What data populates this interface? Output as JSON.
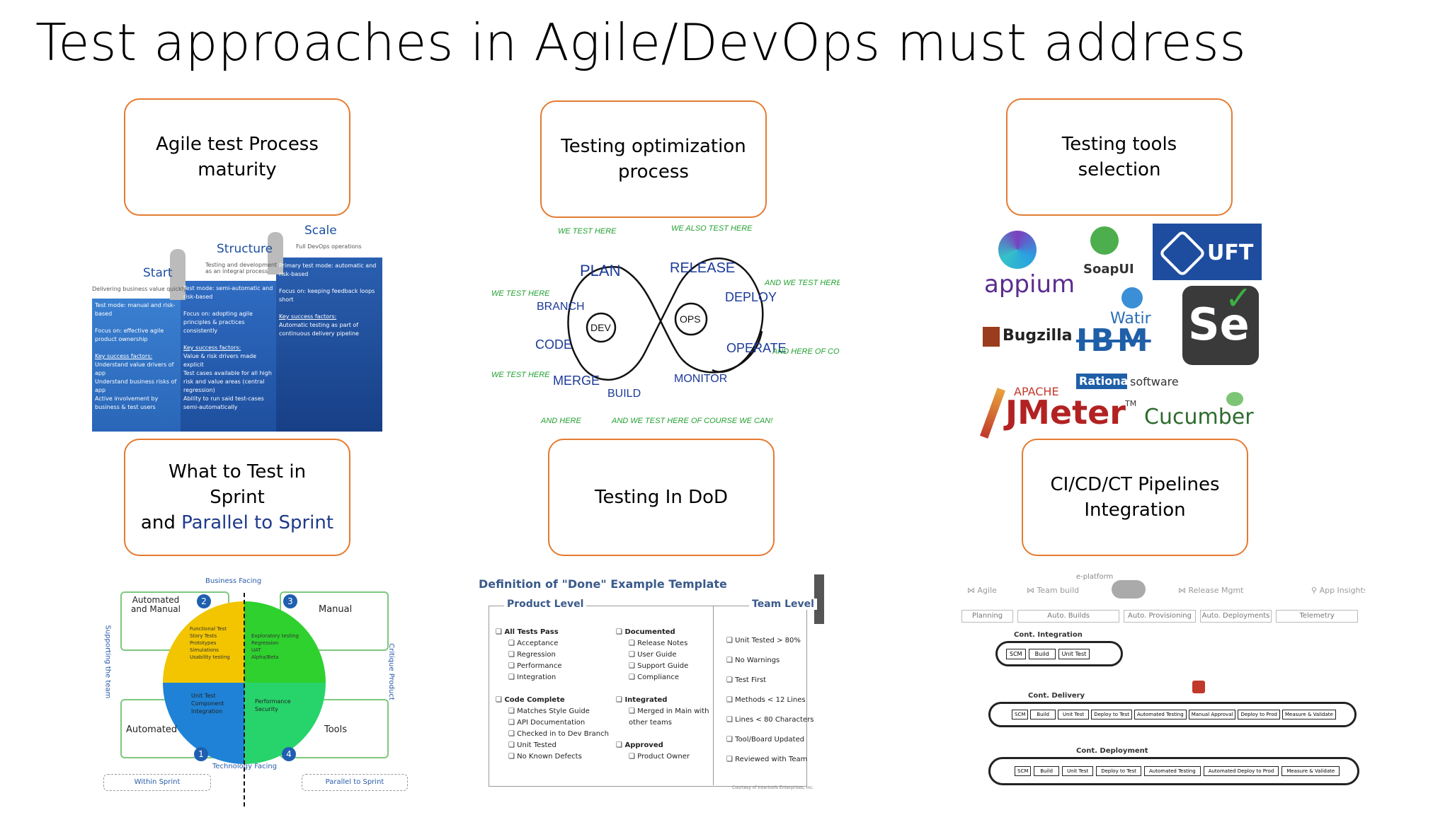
{
  "title": "Test approaches in Agile/DevOps must address",
  "topics": [
    {
      "line1": "Agile test Process",
      "line2": "maturity"
    },
    {
      "line1": "Testing optimization",
      "line2": "process"
    },
    {
      "line1": "Testing tools selection"
    },
    {
      "line1": "What to Test in Sprint",
      "line2a": "and ",
      "line2b": "Parallel to Sprint"
    },
    {
      "line1": "Testing In DoD"
    },
    {
      "line1": "CI/CD/CT Pipelines",
      "line2": "Integration"
    }
  ],
  "maturity": {
    "start": "Start",
    "structure": "Structure",
    "scale": "Scale",
    "scale_sub": "Full DevOps operations",
    "structure_sub": "Testing and development as an integral process",
    "start_sub": "Delivering business value quickly",
    "col1": [
      "Test mode: manual and risk-based",
      "Focus on: effective agile product ownership",
      "Key success factors:",
      "Understand value drivers of app",
      "Understand business risks of app",
      "Active involvement by business & test users"
    ],
    "col2": [
      "Test mode: semi-automatic and risk-based",
      "Focus on: adopting agile principles & practices consistently",
      "Key success factors:",
      "Value & risk drivers made explicit",
      "Test cases available for all high risk and value areas (central regression)",
      "Ability to run said test-cases semi-automatically"
    ],
    "col3": [
      "Primary test mode: automatic and risk-based",
      "Focus on: keeping feedback loops short",
      "Key success factors:",
      "Automatic testing as part of continuous delivery pipeline"
    ]
  },
  "devops_loop": {
    "plan": "PLAN",
    "code": "CODE",
    "branch": "BRANCH",
    "merge": "MERGE",
    "build": "BUILD",
    "release": "RELEASE",
    "deploy": "DEPLOY",
    "operate": "OPERATE",
    "monitor": "MONITOR",
    "dev": "DEV",
    "ops": "OPS",
    "notes": [
      "WE TEST HERE",
      "WE ALSO TEST HERE",
      "WE TEST HERE",
      "AND WE TEST HERE",
      "WE TEST HERE",
      "AND HERE",
      "AND HERE OF COURSE",
      "AND WE TEST HERE",
      "OF COURSE WE CAN!"
    ]
  },
  "tools": {
    "appium": "appium",
    "soapui": "SoapUI",
    "uft": "UFT",
    "watir": "Watir",
    "bugzilla": "Bugzilla",
    "ibm": "IBM",
    "rational": "Rational.",
    "software": "software",
    "se": "Se",
    "apache": "APACHE",
    "jmeter": "JMeter",
    "tm": "TM",
    "cucumber": "Cucumber"
  },
  "quadrants": {
    "top": "Business Facing",
    "bottom": "Technology Facing",
    "left": "Supporting the team",
    "right": "Critique Product",
    "q2_label": "Automated and Manual",
    "q3_label": "Manual",
    "q1_label": "Automated",
    "q4_label": "Tools",
    "n1": "1",
    "n2": "2",
    "n3": "3",
    "n4": "4",
    "q2_items": [
      "Functional Test",
      "Story Tests",
      "Prototypes",
      "Simulations",
      "Usability testing"
    ],
    "q3_items": [
      "Exploratory testing",
      "Regression",
      "UAT",
      "Alpha/Beta"
    ],
    "q1_items": [
      "Unit Test",
      "Component",
      "Integration"
    ],
    "q4_items": [
      "Performance",
      "Security"
    ],
    "within": "Within Sprint",
    "parallel": "Parallel to Sprint"
  },
  "dod": {
    "title": "Definition of \"Done\" Example Template",
    "product_level": "Product Level",
    "team_level": "Team Level",
    "col_a": [
      {
        "h": "All Tests Pass",
        "items": [
          "Acceptance",
          "Regression",
          "Performance",
          "Integration"
        ]
      },
      {
        "h": "Code Complete",
        "items": [
          "Matches Style Guide",
          "API Documentation",
          "Checked in to Dev Branch",
          "Unit Tested",
          "No Known Defects"
        ]
      }
    ],
    "col_b": [
      {
        "h": "Documented",
        "items": [
          "Release Notes",
          "User Guide",
          "Support Guide",
          "Compliance"
        ]
      },
      {
        "h": "Integrated",
        "items": [
          "Merged in Main with other teams"
        ]
      },
      {
        "h": "Approved",
        "items": [
          "Product Owner"
        ]
      }
    ],
    "team": [
      "Unit Tested > 80%",
      "No Warnings",
      "Test First",
      "Methods < 12 Lines",
      "Lines < 80 Characters",
      "Tool/Board Updated",
      "Reviewed with Team"
    ],
    "footer": "Courtesy of Intertools Enterprises, Inc."
  },
  "pipeline": {
    "platform": "e-platform",
    "top": [
      "Agile",
      "Team build",
      "Release Mgmt",
      "App Insights"
    ],
    "labels": [
      "Planning",
      "Auto. Builds",
      "Auto. Provisioning",
      "Auto. Deployments",
      "Telemetry"
    ],
    "ci": "Cont. Integration",
    "cd": "Cont. Delivery",
    "cdep": "Cont. Deployment",
    "ci_steps": [
      "SCM",
      "Build",
      "Unit Test"
    ],
    "cd_steps": [
      "SCM",
      "Build",
      "Unit Test",
      "Deploy to Test",
      "Automated Testing",
      "Manual Approval",
      "Deploy to Prod",
      "Measure & Validate"
    ],
    "cdep_steps": [
      "SCM",
      "Build",
      "Unit Test",
      "Deploy to Test",
      "Automated Testing",
      "Automated Deploy to Prod",
      "Measure & Validate"
    ]
  }
}
